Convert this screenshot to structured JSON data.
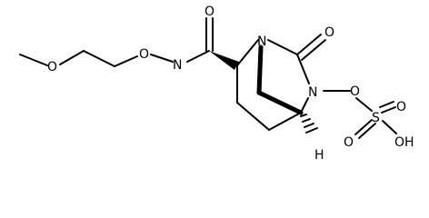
{
  "molecule": {
    "atoms": {
      "o_methoxy": "O",
      "o_hydroxylamine": "O",
      "n_amide": "N",
      "o_amide_carbonyl": "O",
      "n_bridgehead": "N",
      "o_urea_carbonyl": "O",
      "n_urea": "N",
      "o_sulfate_link": "O",
      "s_sulfate": "S",
      "o_sulfate_top": "O",
      "o_sulfate_bottom": "O",
      "oh_sulfate": "OH",
      "h_bridgehead": "H"
    }
  }
}
